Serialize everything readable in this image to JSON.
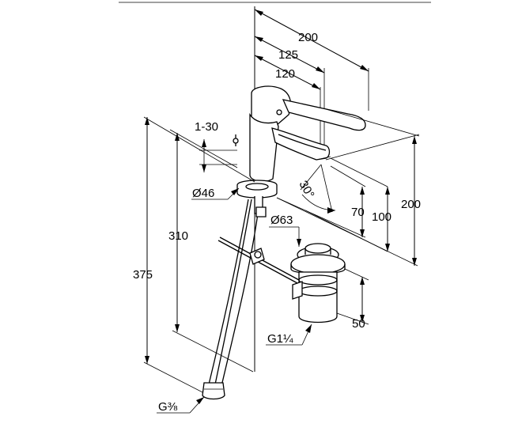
{
  "drawing": {
    "subject": "",
    "dimensions": {
      "total_reach": "200",
      "mid_reach": "125",
      "spout_reach": "120",
      "lever_travel": "1-30",
      "base_diameter": "Ø46",
      "swivel_angle": "30°",
      "spout_height": "70",
      "spout_clearance": "100",
      "total_height": "200",
      "rod_length": "310",
      "hose_length": "375",
      "plug_diameter": "Ø63",
      "waste_length": "50",
      "waste_thread": "G1¼",
      "hose_thread": "G⅜"
    }
  }
}
